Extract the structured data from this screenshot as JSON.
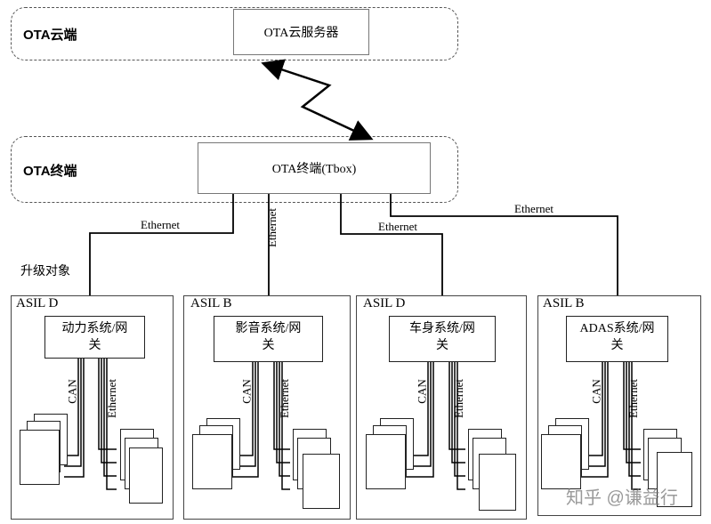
{
  "cloud": {
    "zone_label": "OTA云端",
    "server_label": "OTA云服务器"
  },
  "terminal": {
    "zone_label": "OTA终端",
    "tbox_label": "OTA终端(Tbox)"
  },
  "links": {
    "ethernet": "Ethernet",
    "can": "CAN"
  },
  "upgrade_label": "升级对象",
  "systems": [
    {
      "asil": "ASIL D",
      "gateway": [
        "动力系统/网",
        "关"
      ]
    },
    {
      "asil": "ASIL B",
      "gateway": [
        "影音系统/网",
        "关"
      ]
    },
    {
      "asil": "ASIL D",
      "gateway": [
        "车身系统/网",
        "关"
      ]
    },
    {
      "asil": "ASIL B",
      "gateway": [
        "ADAS系统/网",
        "关"
      ]
    }
  ],
  "watermark": "知乎 @谦益行"
}
